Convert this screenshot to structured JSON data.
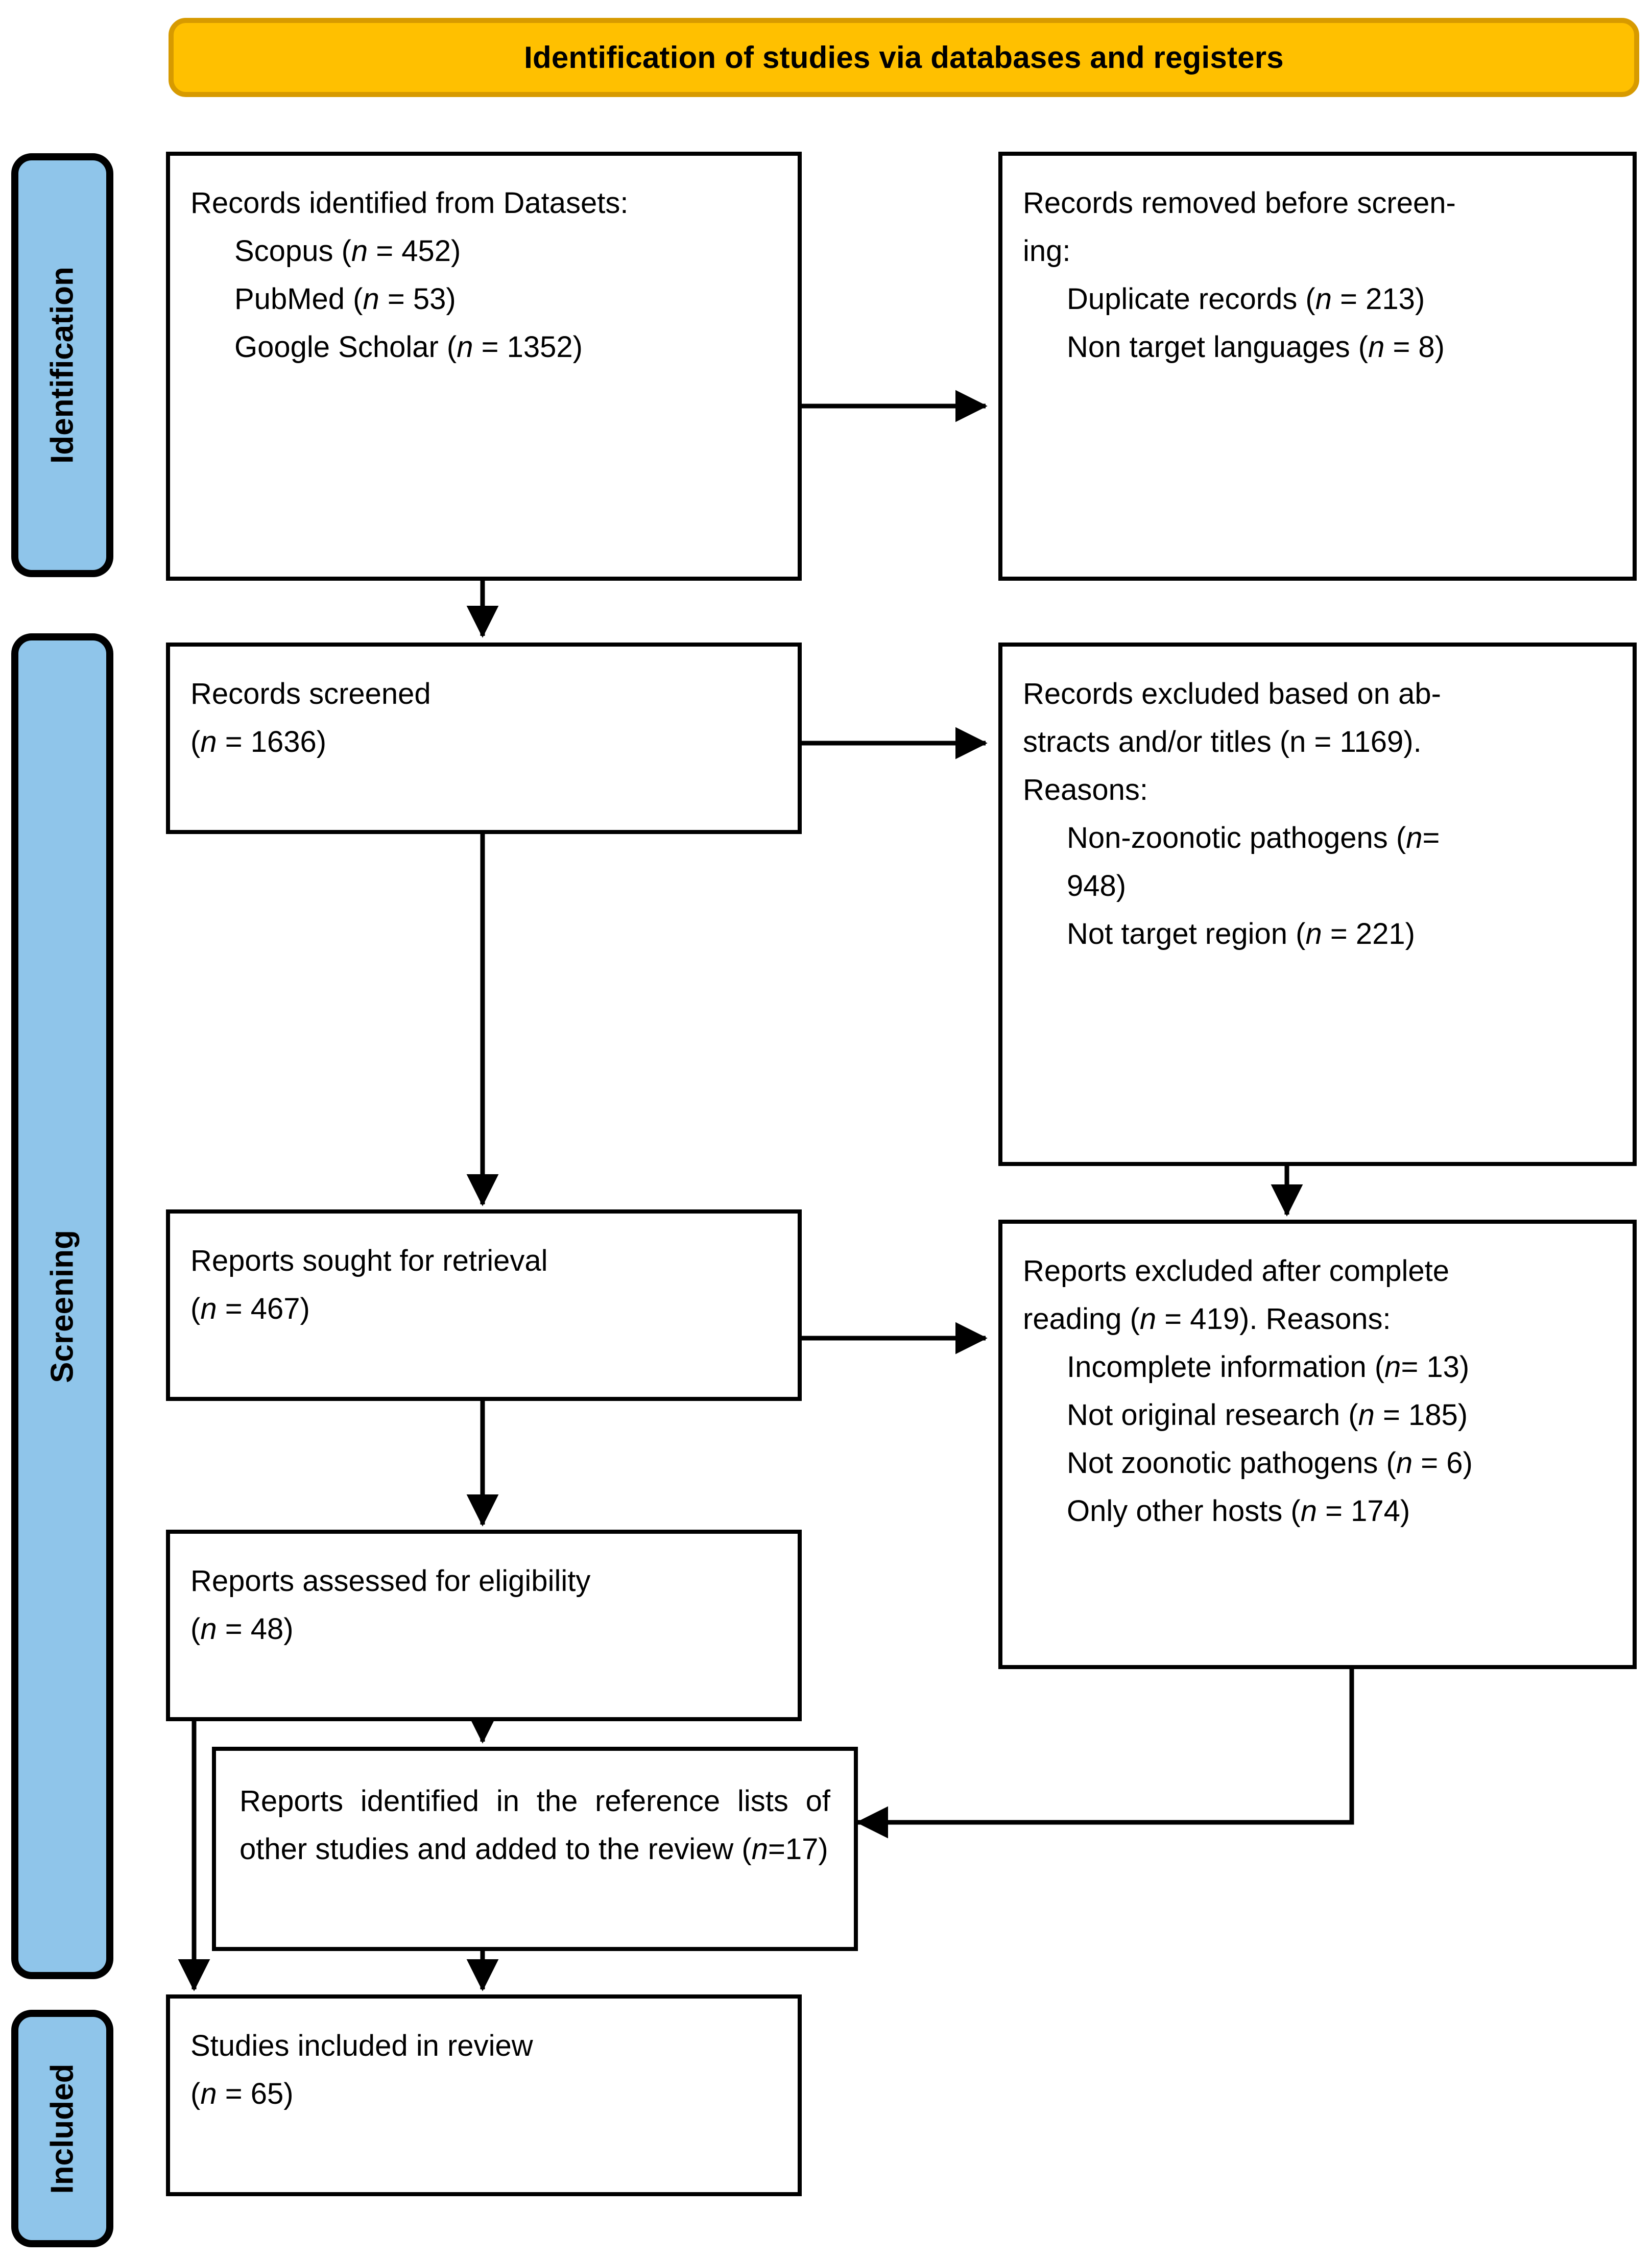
{
  "banner": {
    "title": "Identification of studies via databases and registers",
    "fill": "#FFC000",
    "border": "#D79A00"
  },
  "phases": [
    {
      "label": "Identification",
      "fill": "#8FC5EA"
    },
    {
      "label": "Screening",
      "fill": "#8FC5EA"
    },
    {
      "label": "Included",
      "fill": "#8FC5EA"
    }
  ],
  "boxes": {
    "identified": {
      "l1": "Records identified from Datasets:",
      "l2_text": "Scopus (",
      "l2_n": "n",
      "l2_val": " = 452)",
      "l3_text": "PubMed (",
      "l3_n": "n",
      "l3_val": " = 53)",
      "l4_text": "Google Scholar (",
      "l4_n": "n",
      "l4_val": " = 1352)"
    },
    "removed": {
      "l1": "Records removed before screen-",
      "l2": "ing:",
      "l3_text": "Duplicate records (",
      "l3_n": "n",
      "l3_val": " = 213)",
      "l4_text": "Non target languages (",
      "l4_n": "n",
      "l4_val": " = 8)"
    },
    "screened": {
      "l1": "Records screened",
      "l2_open": "(",
      "l2_n": "n",
      "l2_val": " = 1636)"
    },
    "excluded_abstracts": {
      "l1": "Records excluded based on ab-",
      "l2": "stracts and/or titles (n = 1169).",
      "l3": "Reasons:",
      "l4_text": "Non-zoonotic pathogens (",
      "l4_n": "n",
      "l4_val": "=",
      "l5": "948)",
      "l6_text": "Not target region (",
      "l6_n": "n",
      "l6_val": " = 221)"
    },
    "sought": {
      "l1": "Reports sought for retrieval",
      "l2_open": "(",
      "l2_n": "n",
      "l2_val": " = 467)"
    },
    "excluded_full": {
      "l1": "Reports excluded after complete",
      "l2_text": "reading (",
      "l2_n": "n",
      "l2_val": " = 419). Reasons:",
      "l3_text": "Incomplete information (",
      "l3_n": "n",
      "l3_val": "= 13)",
      "l4_text": "Not original research (",
      "l4_n": "n",
      "l4_val": " = 185)",
      "l5_text": "Not zoonotic pathogens (",
      "l5_n": "n",
      "l5_val": " = 6)",
      "l6_text": "Only other hosts (",
      "l6_n": "n",
      "l6_val": " = 174)"
    },
    "assessed": {
      "l1": "Reports assessed for eligibility",
      "l2_open": "(",
      "l2_n": "n",
      "l2_val": " = 48)"
    },
    "reference_lists": {
      "l1": "Reports identified in the reference lists of other studies and added to the review (",
      "l1_n": "n",
      "l1_val": "=17)"
    },
    "included": {
      "l1": "Studies included in review",
      "l2_open": "(",
      "l2_n": "n",
      "l2_val": " = 65)"
    }
  }
}
